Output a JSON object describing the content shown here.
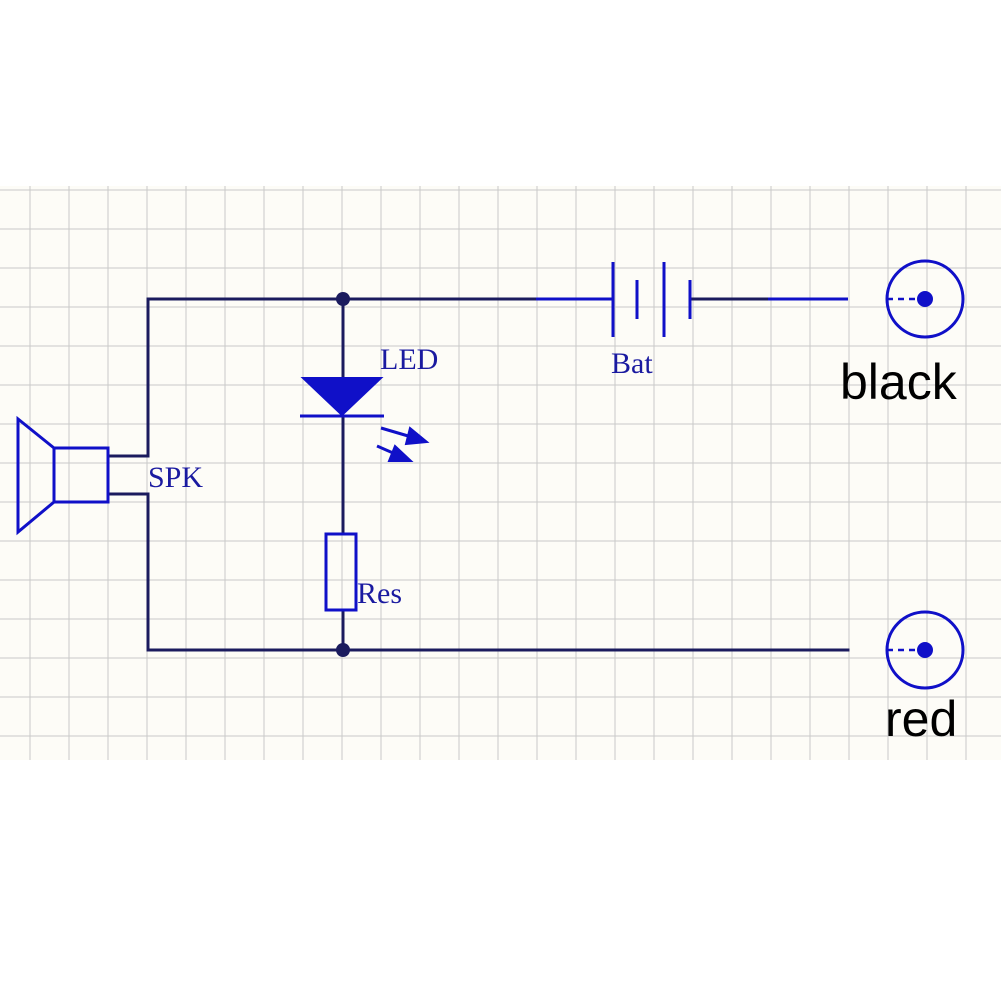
{
  "labels": {
    "speaker": "SPK",
    "led": "LED",
    "resistor": "Res",
    "battery": "Bat",
    "terminal_top": "black",
    "terminal_bottom": "red"
  },
  "colors": {
    "component": "#1010c8",
    "wire": "#1b1b5e",
    "grid": "#c9c9c9",
    "background": "#fdfcf7"
  }
}
